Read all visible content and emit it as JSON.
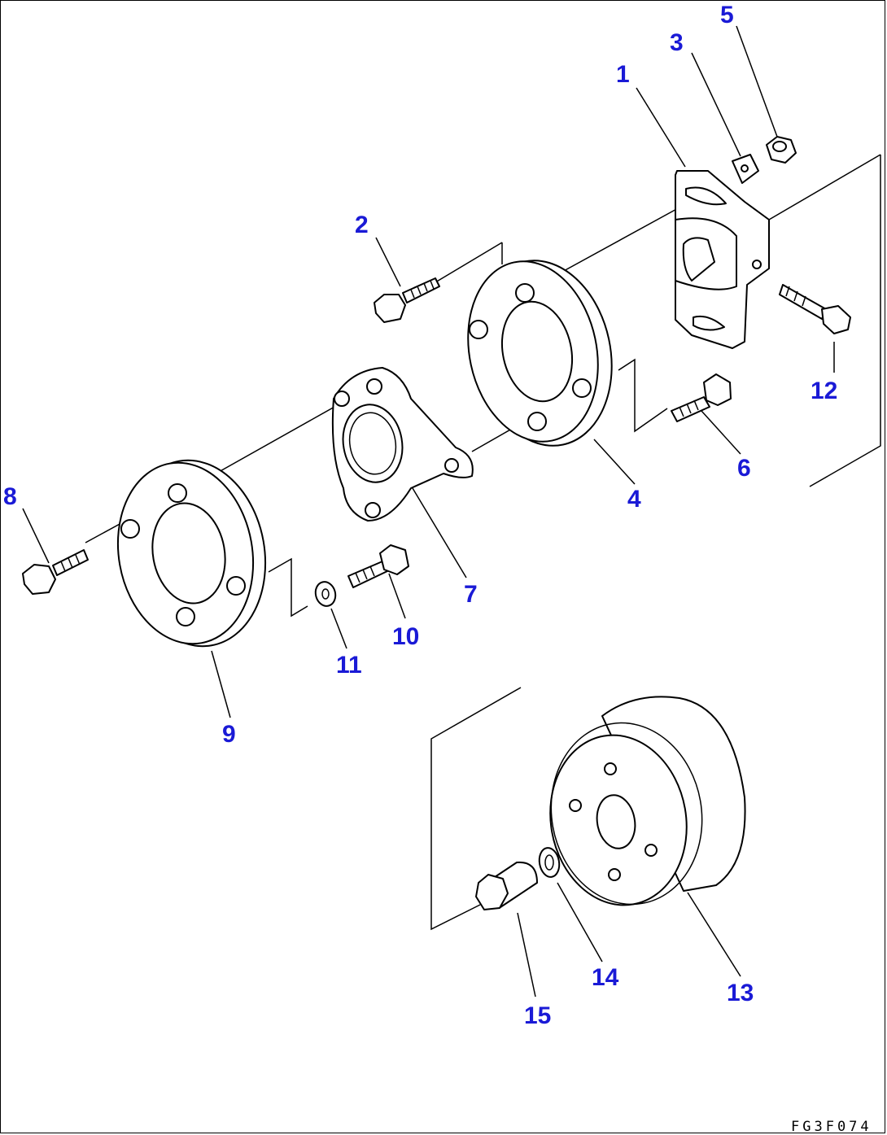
{
  "diagram": {
    "drawing_code": "FG3F074",
    "callouts": [
      "1",
      "2",
      "3",
      "4",
      "5",
      "6",
      "7",
      "8",
      "9",
      "10",
      "11",
      "12",
      "13",
      "14",
      "15"
    ],
    "ink_color": "#000000",
    "callout_color": "#1a1ad6"
  }
}
